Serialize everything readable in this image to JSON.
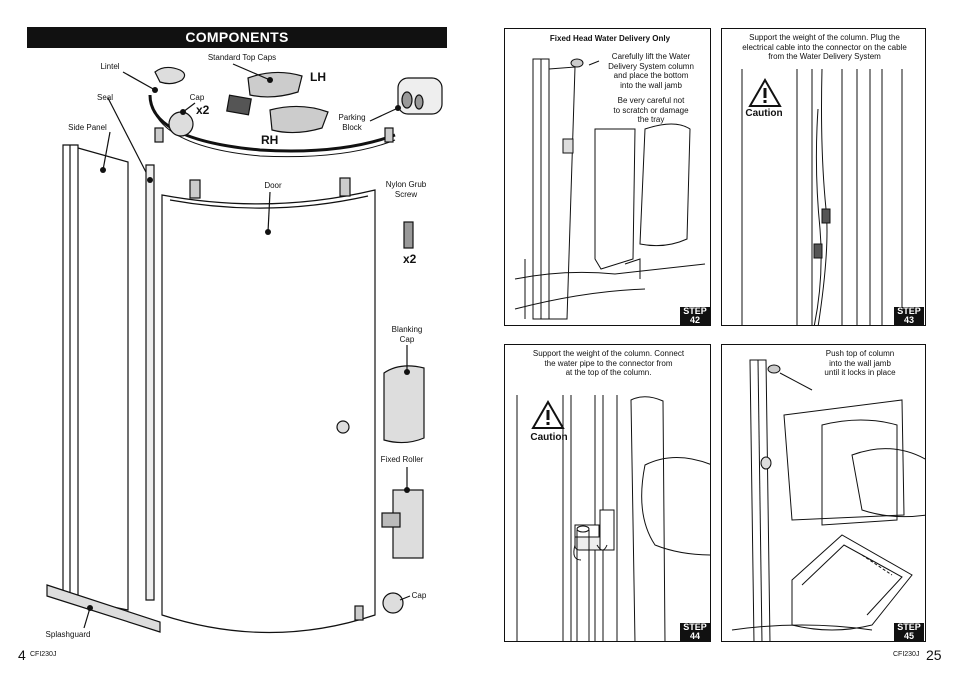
{
  "left_page": {
    "banner": "COMPONENTS",
    "labels": {
      "lintel": "Lintel",
      "seal": "Seal",
      "side_panel": "Side Panel",
      "standard_top_caps": "Standard Top Caps",
      "cap_top": "Cap",
      "qty_cap": "x2",
      "lh": "LH",
      "rh": "RH",
      "parking_block_1": "Parking",
      "parking_block_2": "Block",
      "door": "Door",
      "nylon_grub_1": "Nylon Grub",
      "nylon_grub_2": "Screw",
      "qty_screw": "x2",
      "blanking_cap_1": "Blanking",
      "blanking_cap_2": "Cap",
      "fixed_roller": "Fixed Roller",
      "cap_bottom": "Cap",
      "splashguard": "Splashguard"
    },
    "page_number": "4",
    "code": "CFI230J"
  },
  "right_page": {
    "page_number": "25",
    "code": "CFI230J",
    "step42": {
      "heading": "Fixed Head Water Delivery Only",
      "text1": [
        "Carefully lift the Water",
        "Delivery System column",
        "and place the bottom",
        "into the wall jamb"
      ],
      "text2": [
        "Be very careful not",
        "to scratch or damage",
        "the tray"
      ],
      "step_word": "STEP",
      "step_num": "42"
    },
    "step43": {
      "text": [
        "Support the weight of the column.  Plug the",
        "electrical cable into the connector on the cable",
        "from the Water Delivery System"
      ],
      "caution": "Caution",
      "step_word": "STEP",
      "step_num": "43"
    },
    "step44": {
      "text": [
        "Support the weight of the column. Connect",
        "the water pipe to the connector from",
        "at the top of the column."
      ],
      "caution": "Caution",
      "step_word": "STEP",
      "step_num": "44"
    },
    "step45": {
      "text": [
        "Push top of column",
        "into the wall jamb",
        "until it locks in place"
      ],
      "step_word": "STEP",
      "step_num": "45"
    }
  }
}
